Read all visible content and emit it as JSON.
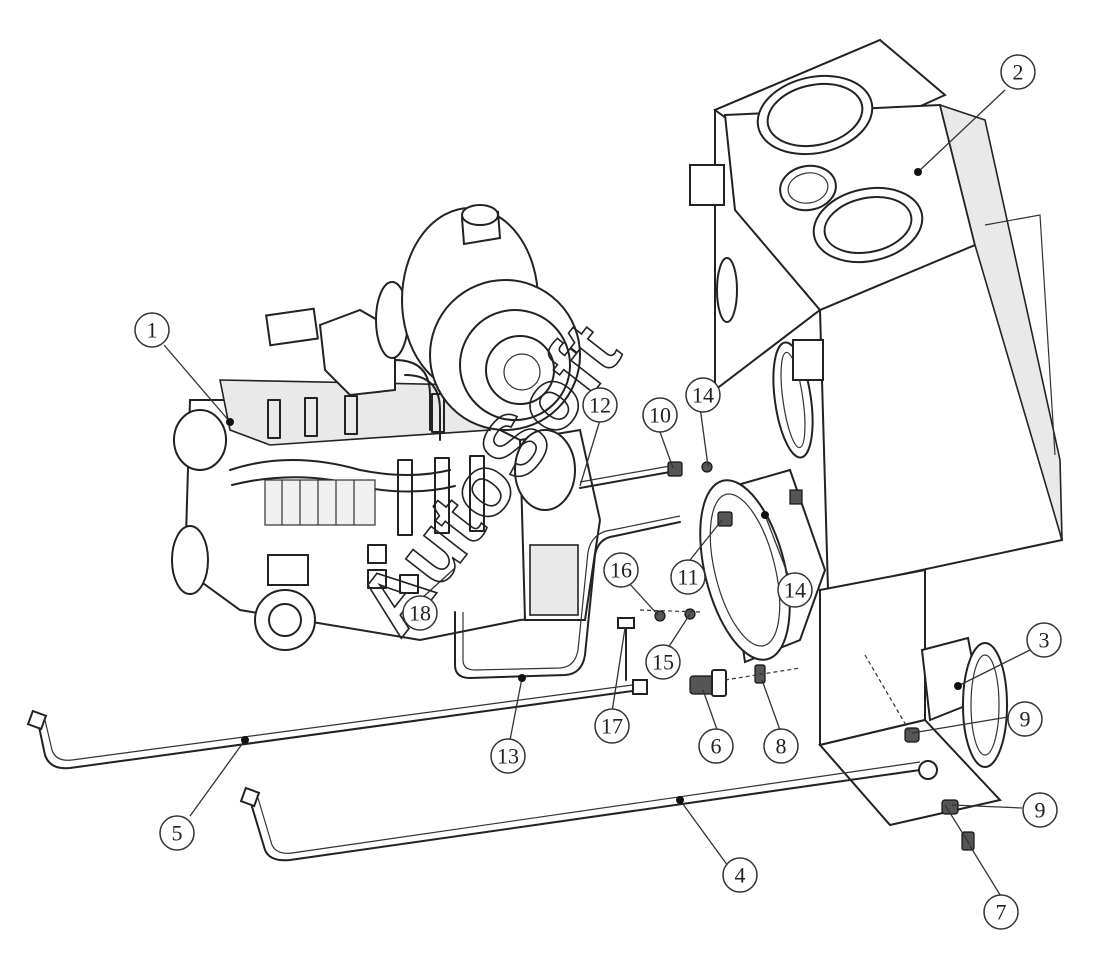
{
  "watermark": "AutoSoft",
  "callouts": [
    {
      "id": "c1",
      "label": "1"
    },
    {
      "id": "c2",
      "label": "2"
    },
    {
      "id": "c3",
      "label": "3"
    },
    {
      "id": "c4",
      "label": "4"
    },
    {
      "id": "c5",
      "label": "5"
    },
    {
      "id": "c6",
      "label": "6"
    },
    {
      "id": "c7",
      "label": "7"
    },
    {
      "id": "c8",
      "label": "8"
    },
    {
      "id": "c9a",
      "label": "9"
    },
    {
      "id": "c9b",
      "label": "9"
    },
    {
      "id": "c10",
      "label": "10"
    },
    {
      "id": "c11",
      "label": "11"
    },
    {
      "id": "c12",
      "label": "12"
    },
    {
      "id": "c13",
      "label": "13"
    },
    {
      "id": "c14a",
      "label": "14"
    },
    {
      "id": "c14b",
      "label": "14"
    },
    {
      "id": "c15",
      "label": "15"
    },
    {
      "id": "c16",
      "label": "16"
    },
    {
      "id": "c17",
      "label": "17"
    },
    {
      "id": "c18",
      "label": "18"
    }
  ]
}
